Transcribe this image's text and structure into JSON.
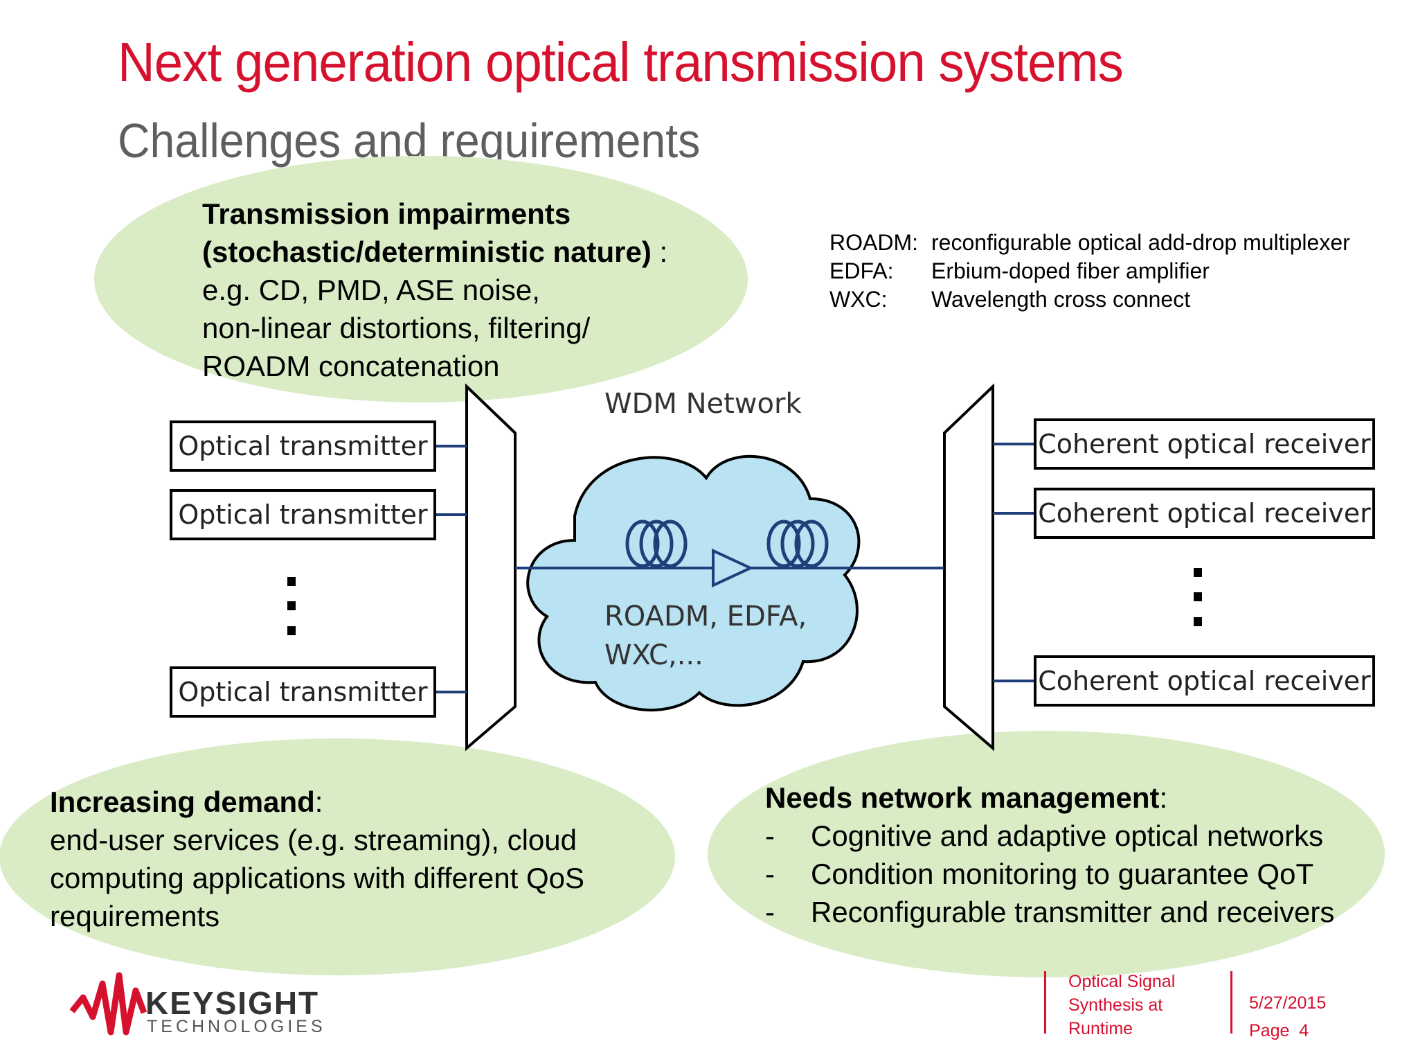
{
  "title": "Next generation optical transmission systems",
  "subtitle": "Challenges and requirements",
  "impairments": {
    "heading_line1": "Transmission impairments",
    "heading_line2": "(stochastic/deterministic nature)",
    "heading_suffix": " :",
    "lines": [
      "e.g. CD, PMD, ASE noise,",
      "non-linear distortions, filtering/",
      "ROADM concatenation"
    ]
  },
  "legend": [
    {
      "abbr": "ROADM:",
      "text": "reconfigurable optical add-drop multiplexer"
    },
    {
      "abbr": "EDFA:",
      "text": "Erbium-doped fiber amplifier"
    },
    {
      "abbr": "WXC:",
      "text": "Wavelength cross connect"
    }
  ],
  "diagram": {
    "network_label": "WDM Network",
    "cloud_line1": "ROADM, EDFA,",
    "cloud_line2": "WXC,...",
    "transmitters": [
      "Optical transmitter",
      "Optical transmitter",
      "Optical transmitter"
    ],
    "receivers": [
      "Coherent optical receiver",
      "Coherent optical receiver",
      "Coherent optical receiver"
    ]
  },
  "demand": {
    "heading": "Increasing demand",
    "heading_suffix": ":",
    "lines": [
      "end-user services (e.g. streaming), cloud",
      "computing applications with different QoS",
      "requirements"
    ]
  },
  "management": {
    "heading": "Needs network management",
    "heading_suffix": ":",
    "items": [
      "Cognitive and adaptive optical networks",
      "Condition monitoring to guarantee QoT",
      "Reconfigurable transmitter and receivers"
    ],
    "bullet": "-"
  },
  "footer": {
    "brand": "KEYSIGHT",
    "brand_sub": "TECHNOLOGIES",
    "doc_line1": "Optical Signal",
    "doc_line2": "Synthesis at",
    "doc_line3": "Runtime",
    "date": "5/27/2015",
    "page": "Page  4"
  },
  "colors": {
    "title": "#d6112e",
    "subtitle": "#5f5f5f",
    "bubble": "#d9ecc5",
    "cloud_fill": "#b9e2f2",
    "link": "#1f3f7a"
  }
}
